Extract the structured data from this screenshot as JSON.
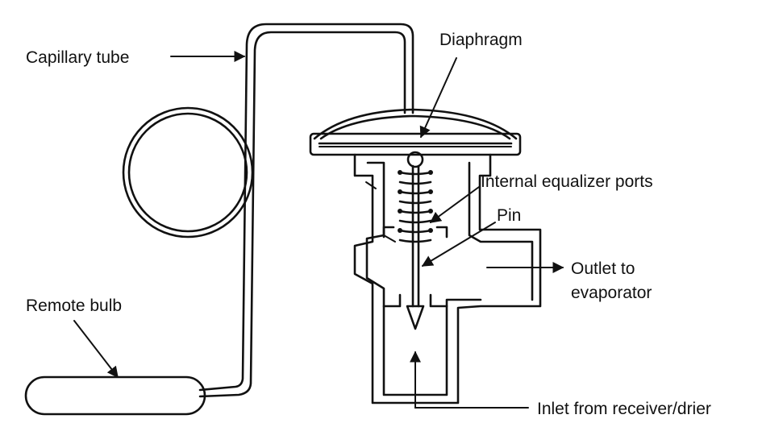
{
  "labels": {
    "capillary_tube": "Capillary tube",
    "diaphragm": "Diaphragm",
    "internal_equalizer_ports": "Internal equalizer ports",
    "pin": "Pin",
    "outlet_line1": "Outlet to",
    "outlet_line2": "evaporator",
    "remote_bulb": "Remote bulb",
    "inlet": "Inlet from receiver/drier"
  }
}
